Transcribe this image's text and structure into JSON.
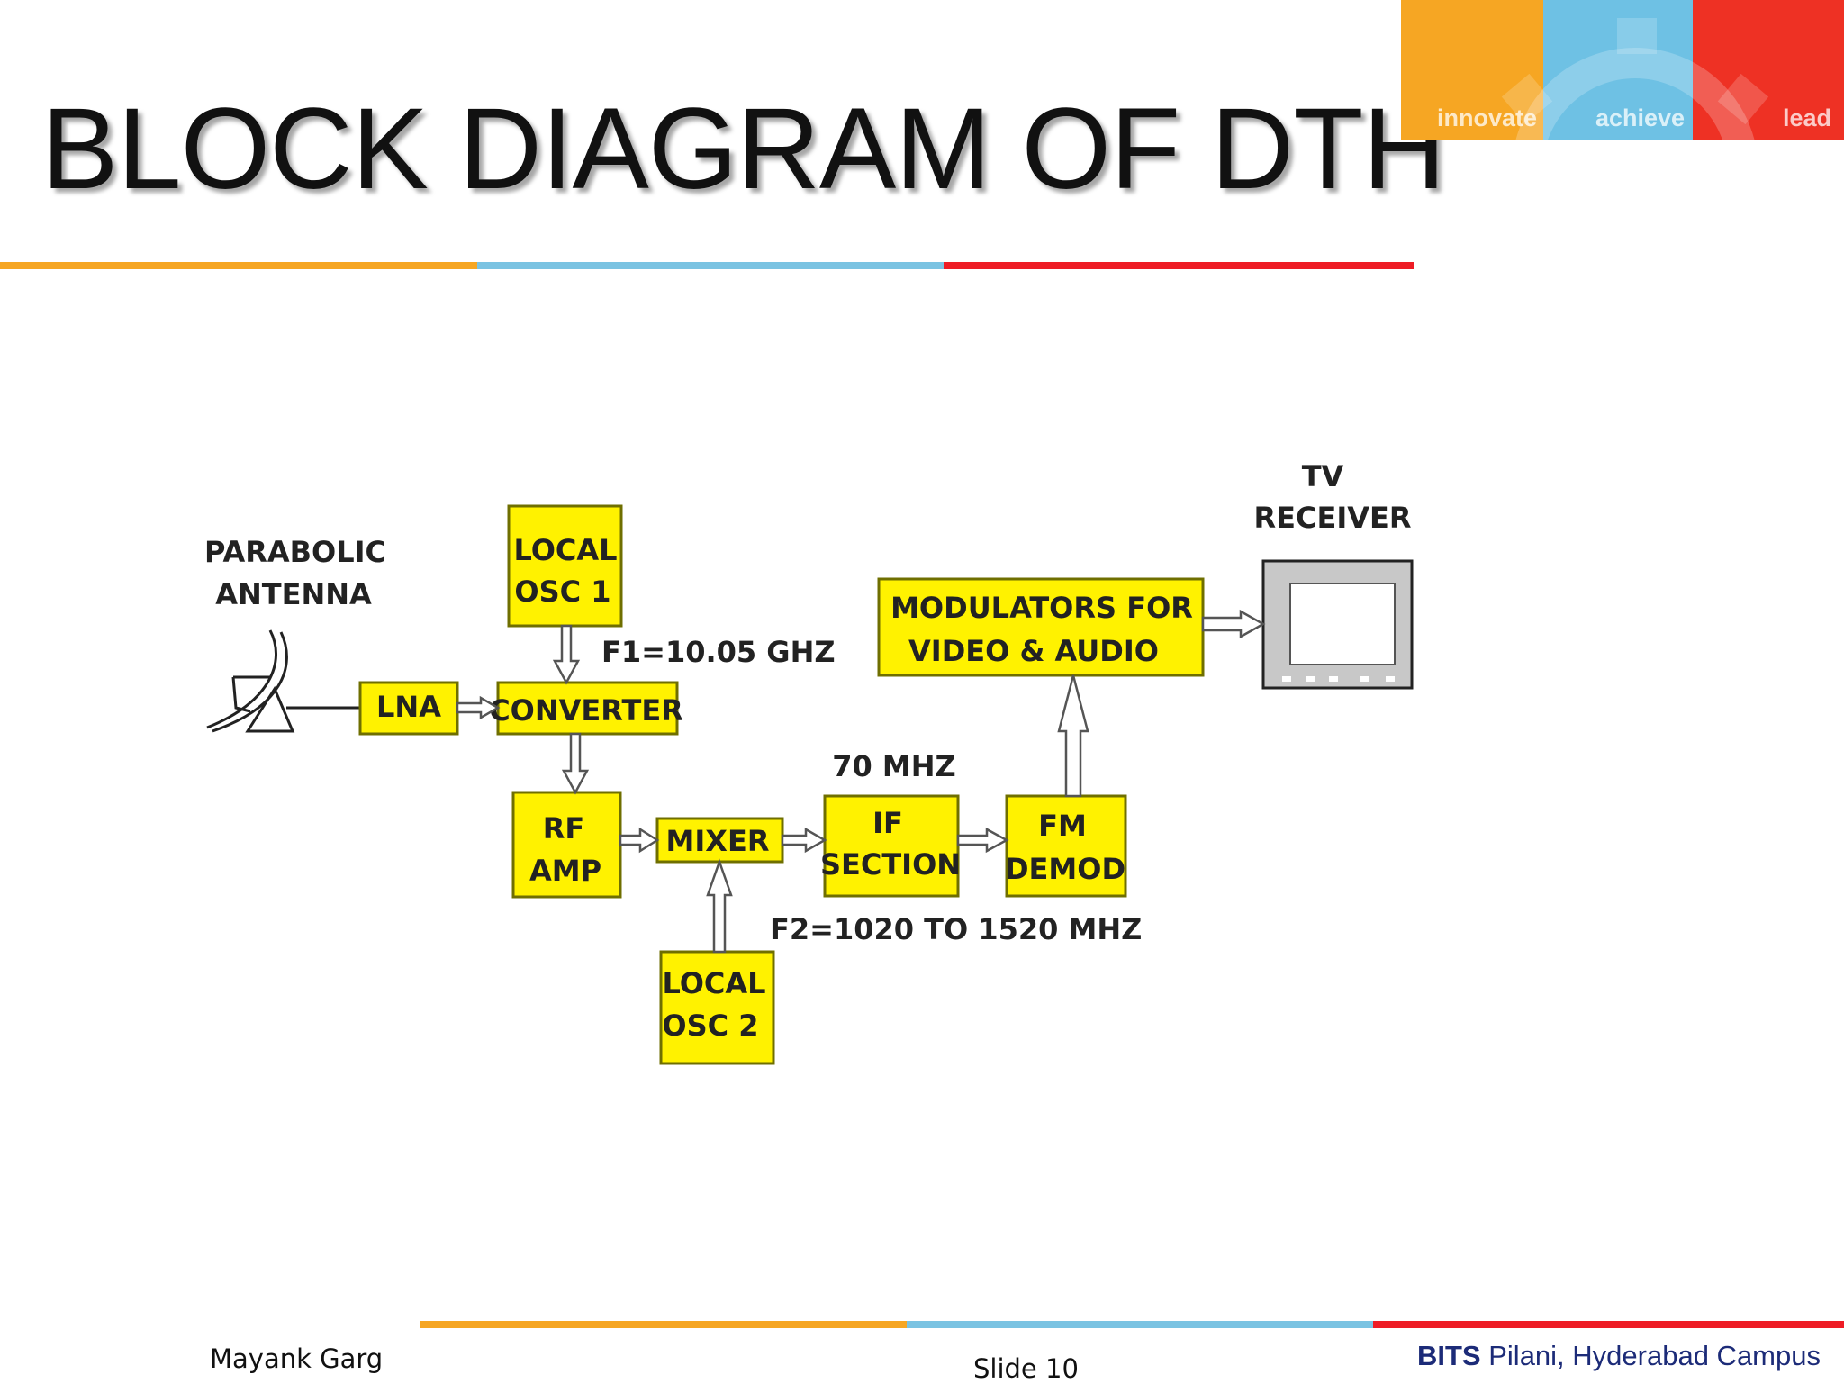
{
  "header": {
    "title": "BLOCK DIAGRAM OF DTH",
    "brand": {
      "segments": [
        {
          "label": "innovate",
          "color": "#f6a623"
        },
        {
          "label": "achieve",
          "color": "#6ec1e4"
        },
        {
          "label": "lead",
          "color": "#ee3124"
        }
      ]
    }
  },
  "colors": {
    "orange": "#f6a623",
    "blue": "#7ac3e2",
    "red": "#ee1c25",
    "block_fill": "#fff200",
    "block_stroke": "#6f6f00",
    "campus_text": "#1c2b78"
  },
  "diagram": {
    "antenna_label_1": "PARABOLIC",
    "antenna_label_2": "ANTENNA",
    "lna": "LNA",
    "local_osc1_1": "LOCAL",
    "local_osc1_2": "OSC 1",
    "f1": "F1=10.05 GHZ",
    "converter": "CONVERTER",
    "rf_amp_1": "RF",
    "rf_amp_2": "AMP",
    "mixer": "MIXER",
    "local_osc2_1": "LOCAL",
    "local_osc2_2": "OSC 2",
    "f2": "F2=1020 TO 1520 MHZ",
    "if_freq": "70 MHZ",
    "if_section_1": "IF",
    "if_section_2": "SECTION",
    "fm_demod_1": "FM",
    "fm_demod_2": "DEMOD",
    "modulators_1": "MODULATORS FOR",
    "modulators_2": "VIDEO & AUDIO",
    "tv_label_1": "TV",
    "tv_label_2": "RECEIVER"
  },
  "footer": {
    "author": "Mayank Garg",
    "slide": "Slide 10",
    "campus_bold": "BITS",
    "campus_rest": " Pilani, Hyderabad Campus"
  }
}
